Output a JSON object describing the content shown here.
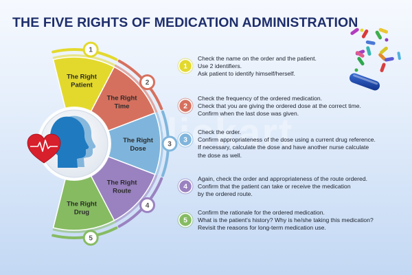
{
  "title": "THE FIVE RIGHTS OF MEDICATION ADMINISTRATION",
  "watermark": "iclickart",
  "segments": [
    {
      "label_l1": "The Right",
      "label_l2": "Patient",
      "color": "#e3d92d",
      "number": "1"
    },
    {
      "label_l1": "The Right",
      "label_l2": "Time",
      "color": "#d6705e",
      "number": "2"
    },
    {
      "label_l1": "The Right",
      "label_l2": "Dose",
      "color": "#7fb5dc",
      "number": "3"
    },
    {
      "label_l1": "The Right",
      "label_l2": "Route",
      "color": "#9a82c0",
      "number": "4"
    },
    {
      "label_l1": "The Right",
      "label_l2": "Drug",
      "color": "#86bb62",
      "number": "5"
    }
  ],
  "steps": [
    {
      "number": "1",
      "color": "#e3d92d",
      "lines": [
        "Check the name on the order and the patient.",
        "Use 2 identifiers.",
        "Ask patient to identify himself/herself."
      ]
    },
    {
      "number": "2",
      "color": "#d6705e",
      "lines": [
        "Check the frequency of the ordered medication.",
        "Check that you are giving the ordered dose at the correct time.",
        "Confirm when the last dose was given."
      ]
    },
    {
      "number": "3",
      "color": "#7fb5dc",
      "lines": [
        "Check the order.",
        "Confirm appropriateness of the dose using a current drug reference.",
        "If necessary, calculate the dose and have another nurse calculate",
        "the dose as well."
      ]
    },
    {
      "number": "4",
      "color": "#9a82c0",
      "lines": [
        "Again, check the order and appropriateness of the route ordered.",
        "Confirm that the patient can take or receive the medication",
        "by the ordered route."
      ]
    },
    {
      "number": "5",
      "color": "#86bb62",
      "lines": [
        "Confirm the rationale for the ordered medication.",
        "What is the patient's history? Why is he/she taking this medication?",
        "Revisit the reasons for long-term medication use."
      ]
    }
  ]
}
